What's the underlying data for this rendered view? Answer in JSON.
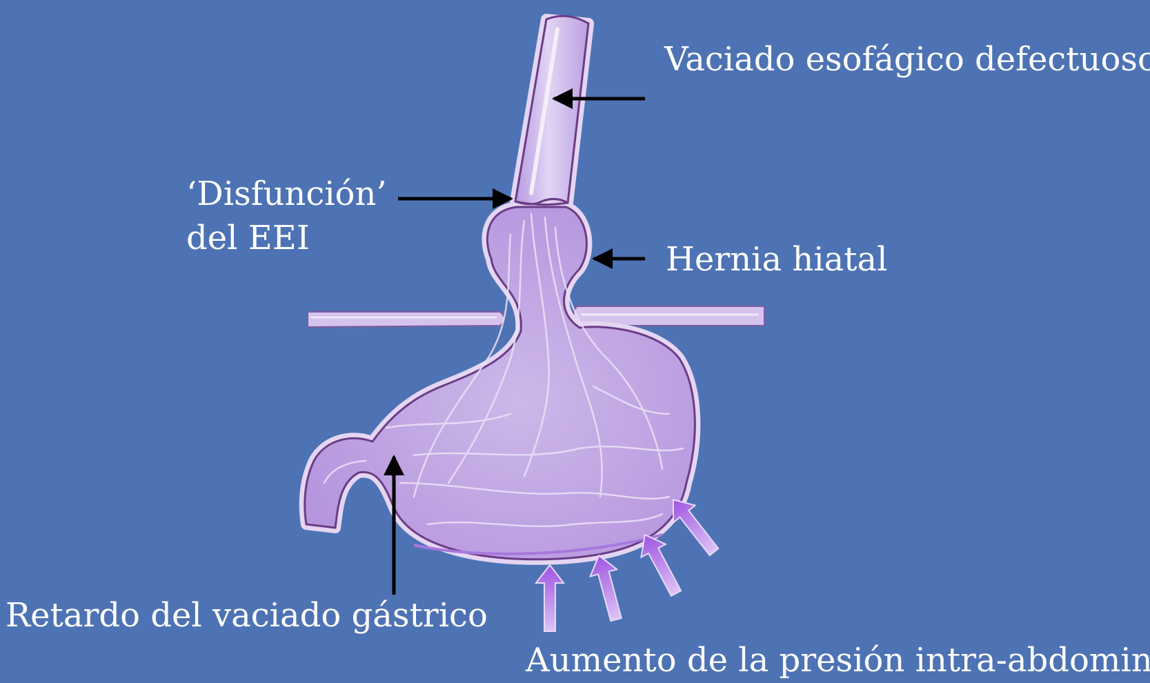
{
  "colors": {
    "background": "#4E73B4",
    "organ_fill": "#C7B1E6",
    "organ_light": "#DDCDF3",
    "organ_outline": "#6A3C86",
    "organ_halo": "#E4D6F2",
    "label_text": "#FFFFFF",
    "arrow_black": "#000000",
    "pressure_arrow": "#B57BE6"
  },
  "labels": {
    "esophageal_emptying": "Vaciado esofágico defectuoso",
    "les_dysfunction_line1": "‘Disfunción’",
    "les_dysfunction_line2": "del EEI",
    "hiatal_hernia": "Hernia hiatal",
    "gastric_emptying_delay": "Retardo del vaciado gástrico",
    "intra_abdominal_pressure": "Aumento de la presión intra-abdominal"
  },
  "icons": {
    "pointer_arrow": "black-arrow-icon",
    "pressure_arrow": "purple-up-arrow-icon"
  }
}
